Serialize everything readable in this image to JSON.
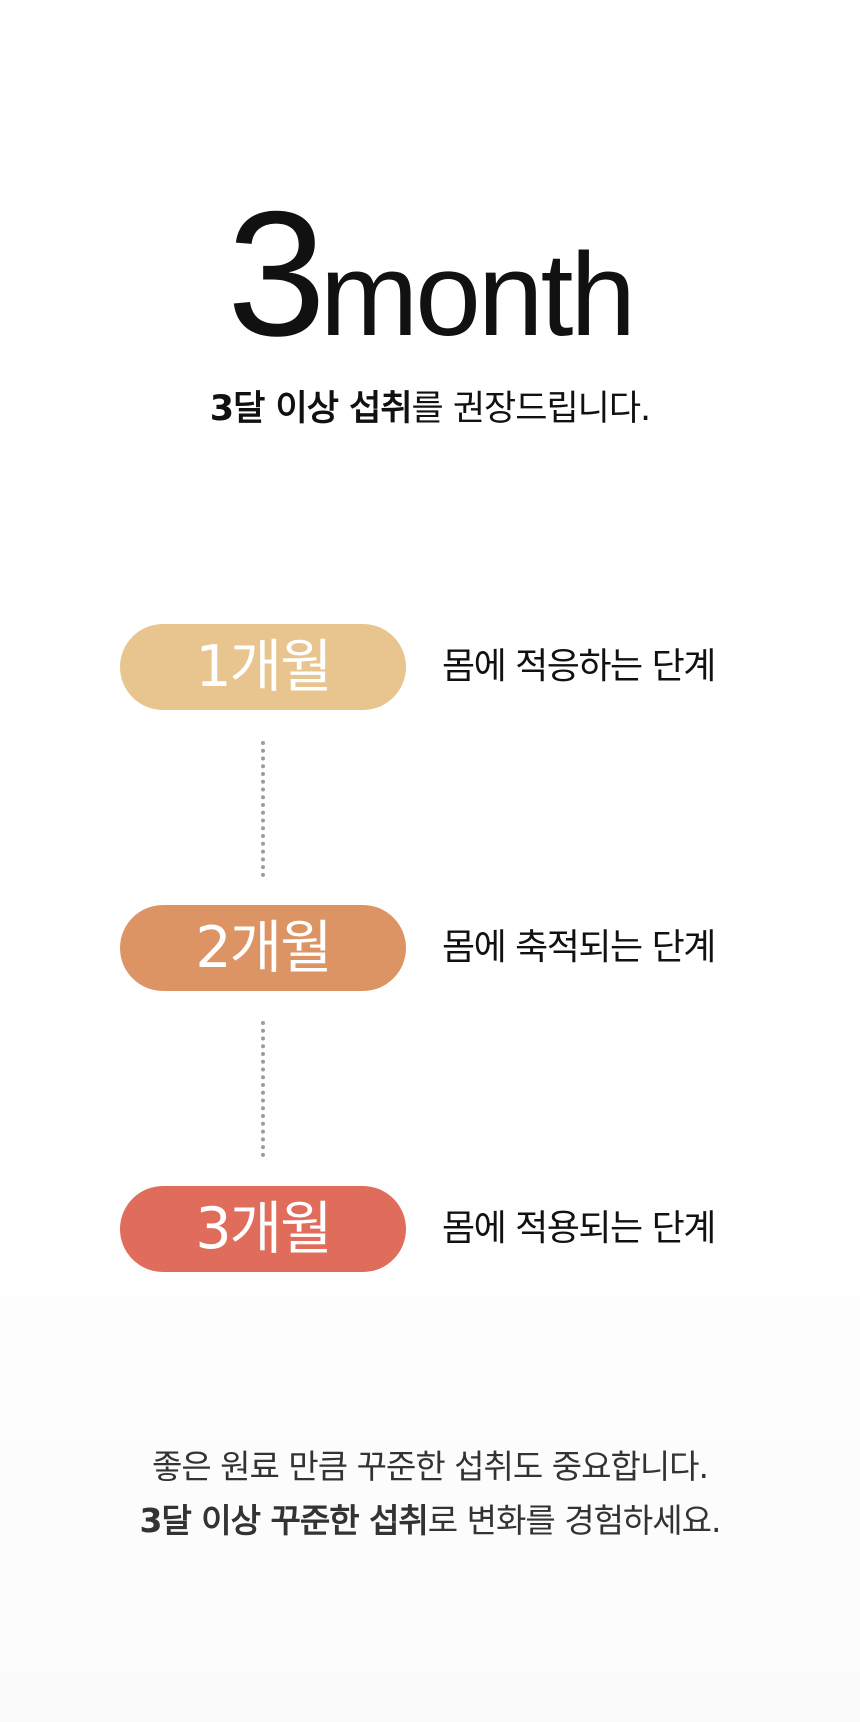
{
  "hero": {
    "number": "3",
    "unit": "month"
  },
  "subtitle": {
    "strong": "3달 이상 섭취",
    "rest": "를 권장드립니다."
  },
  "stages": [
    {
      "label": "1개월",
      "description": "몸에 적응하는 단계",
      "color": "#E8C48E"
    },
    {
      "label": "2개월",
      "description": "몸에 축적되는 단계",
      "color": "#DD9464"
    },
    {
      "label": "3개월",
      "description": "몸에 적용되는 단계",
      "color": "#E06D5C"
    }
  ],
  "footer": {
    "line1": "좋은 원료 만큼 꾸준한 섭취도 중요합니다.",
    "line2_strong": "3달 이상 꾸준한 섭취",
    "line2_rest": "로 변화를 경험하세요."
  }
}
